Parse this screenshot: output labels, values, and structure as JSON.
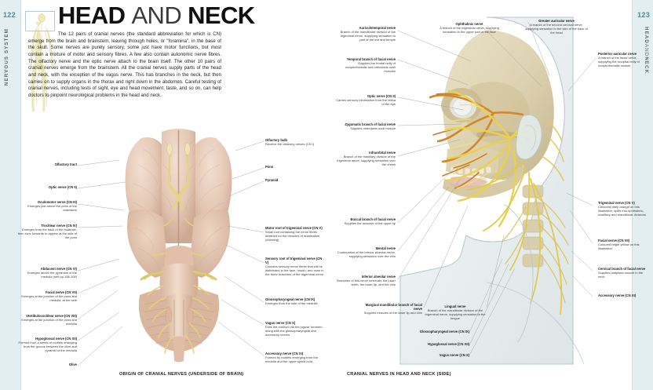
{
  "spread": {
    "left_page_number": "122",
    "right_page_number": "123",
    "left_side_tab": "NERVOUS SYSTEM",
    "right_side_tab_bold": "HEAD",
    "right_side_tab_thin": "AND",
    "right_side_tab_bold2": "NECK"
  },
  "title": {
    "word1": "HEAD",
    "word2": "AND",
    "word3": "NECK"
  },
  "intro": {
    "paragraph": "The 12 pairs of cranial nerves (the standard abbreviation for which is CN) emerge from the brain and brainstem, leaving through holes, or \"foramina\", in the base of the skull. Some nerves are purely sensory, some just have motor functions, but most contain a mixture of motor and sensory fibres. A few also contain autonomic nerve fibres. The olfactory nerve and the optic nerve attach to the brain itself. The other 10 pairs of cranial nerves emerge from the brainstem. All the cranial nerves supply parts of the head and neck, with the exception of the vagus nerve. This has branches in the neck, but then carries on to supply organs in the thorax and right down in the abdomen. Careful testing of cranial nerves, including tests of sight, eye and head movement, taste, and so on, can help doctors to pinpoint neurological problems in the head and neck."
  },
  "captions": {
    "left": "ORIGIN OF CRANIAL NERVES (UNDERSIDE OF BRAIN)",
    "right": "CRANIAL NERVES IN HEAD AND NECK (SIDE)"
  },
  "brain_labels_left": [
    {
      "heading": "Olfactory tract",
      "detail": ""
    },
    {
      "heading": "Optic nerve (CN II)",
      "detail": ""
    },
    {
      "heading": "Oculomotor nerve (CN III)",
      "detail": "Emerges just above the pons of the brainstem"
    },
    {
      "heading": "Trochlear nerve (CN IV)",
      "detail": "Emerges from the back of the midbrain, then runs forwards to appear at the side of the pons"
    },
    {
      "heading": "Abducent nerve (CN VI)",
      "detail": "Emerges above the pyramids of the medulla (see pp.108-109)"
    },
    {
      "heading": "Facial nerve (CN VII)",
      "detail": "Emerges at the junction of the pons and medulla, at the side"
    },
    {
      "heading": "Vestibulocochlear nerve (CN VIII)",
      "detail": "Emerges at the junction of the pons and medulla"
    },
    {
      "heading": "Hypoglossal nerve (CN XII)",
      "detail": "Formed from a series of rootlets emerging from the groove between the olive and pyramid of the medulla"
    },
    {
      "heading": "Olive",
      "detail": ""
    }
  ],
  "brain_labels_right": [
    {
      "heading": "Olfactory bulb",
      "detail": "Receive the olfactory nerves (CN I)"
    },
    {
      "heading": "Pons",
      "detail": ""
    },
    {
      "heading": "Pyramid",
      "detail": ""
    },
    {
      "heading": "Motor root of trigeminal nerve (CN V)",
      "detail": "Small root containing the nerve fibres destined for the muscles of mastication (chewing)"
    },
    {
      "heading": "Sensory root of trigeminal nerve (CN V)",
      "detail": "Contains sensory nerve fibres that will be distributed to the face, mouth, and nose in the three branches of the trigeminal nerve"
    },
    {
      "heading": "Glossopharyngeal nerve (CN IX)",
      "detail": "Emerges from the side of the medulla"
    },
    {
      "heading": "Vagus nerve (CN X)",
      "detail": "Exits the cranium via the jugular foramen, along with the glossopharyngeal and accessory nerves"
    },
    {
      "heading": "Accessory nerve (CN XI)",
      "detail": "Formed by rootlets emerging from the medulla and the upper spinal cord"
    }
  ],
  "head_labels_left": [
    {
      "heading": "Auriculotemporal nerve",
      "detail": "Branch of the mandibular division of the trigeminal nerve, supplying sensation to part of the ear and temple"
    },
    {
      "heading": "Temporal branch of facial nerve",
      "detail": "Supplies the frontal belly of occipitofrontalis and orbicularis oculi muscles"
    },
    {
      "heading": "Optic nerve (CN II)",
      "detail": "Carries sensory information from the retina of the eye"
    },
    {
      "heading": "Zygomatic branch of facial nerve",
      "detail": "Supplies orbicularis oculi muscle"
    },
    {
      "heading": "Infraorbital nerve",
      "detail": "Branch of the maxillary division of the trigeminal nerve, supplying sensation over the cheek"
    },
    {
      "heading": "Buccal branch of facial nerve",
      "detail": "Supplies the muscles of the upper lip"
    },
    {
      "heading": "Mental nerve",
      "detail": "Continuation of the inferior alveolar nerve, supplying sensation over the chin"
    },
    {
      "heading": "Inferior alveolar nerve",
      "detail": "Branches of this nerve innervate the lower teeth, the lower lip, and the chin"
    },
    {
      "heading": "Marginal mandibular branch of facial nerve",
      "detail": "Supplies muscles of the lower lip and chin"
    }
  ],
  "head_labels_center": [
    {
      "heading": "Ophthalmic nerve",
      "detail": "A branch of the trigeminal nerve, supplying sensation to the upper part of the face"
    },
    {
      "heading": "Lingual nerve",
      "detail": "Branch of the mandibular division of the trigeminal nerve, supplying sensation to the tongue"
    },
    {
      "heading": "Glossopharyngeal nerve (CN IX)",
      "detail": ""
    },
    {
      "heading": "Hypoglossal nerve (CN XII)",
      "detail": ""
    },
    {
      "heading": "Vagus nerve (CN X)",
      "detail": ""
    }
  ],
  "head_labels_right": [
    {
      "heading": "Greater auricular nerve",
      "detail": "A branch of the second cervical nerve, supplying sensation to the skin of the back of the head"
    },
    {
      "heading": "Posterior auricular nerve",
      "detail": "A branch of the facial nerve, supplying the occipital belly of occipitofrontalis muscle"
    },
    {
      "heading": "Trigeminal nerve (CN V)",
      "detail": "Coloured deep orange on this illustration, splits into ophthalmic, maxillary and mandibular divisions"
    },
    {
      "heading": "Facial nerve (CN VII)",
      "detail": "Coloured bright yellow on this illustration"
    },
    {
      "heading": "Cervical branch of facial nerve",
      "detail": "Supplies platysma muscle in the neck"
    },
    {
      "heading": "Accessory nerve (CN XI)",
      "detail": ""
    }
  ],
  "colors": {
    "tab_bg": "#e3eef0",
    "page_num": "#4e8d96",
    "nerve_yellow": "#e8d24a",
    "nerve_orange": "#d98b2b",
    "brain_tissue": "#e6cdbd",
    "skin": "#e9d9cc",
    "bone": "#ddd2b8",
    "leader": "#9aa3a5"
  }
}
